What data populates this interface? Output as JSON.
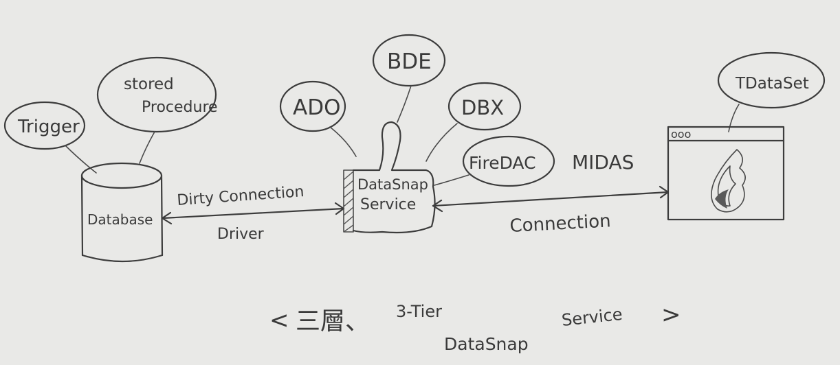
{
  "labels": {
    "trigger": "Trigger",
    "stored_line1": "stored",
    "stored_line2": "Procedure",
    "database": "Database",
    "ado": "ADO",
    "bde": "BDE",
    "dbx": "DBX",
    "firedac": "FireDAC",
    "datasnap_line1": "DataSnap",
    "datasnap_line2": "Service",
    "midas": "MIDAS",
    "tdataset": "TDataSet",
    "window_buttons": "ooo",
    "dirty_connection": "Dirty Connection",
    "driver": "Driver",
    "connection": "Connection"
  },
  "caption": {
    "open": "<",
    "cjk": "三層、",
    "tier": "3-Tier",
    "datasnap": "DataSnap",
    "service": "Service",
    "close": ">"
  }
}
